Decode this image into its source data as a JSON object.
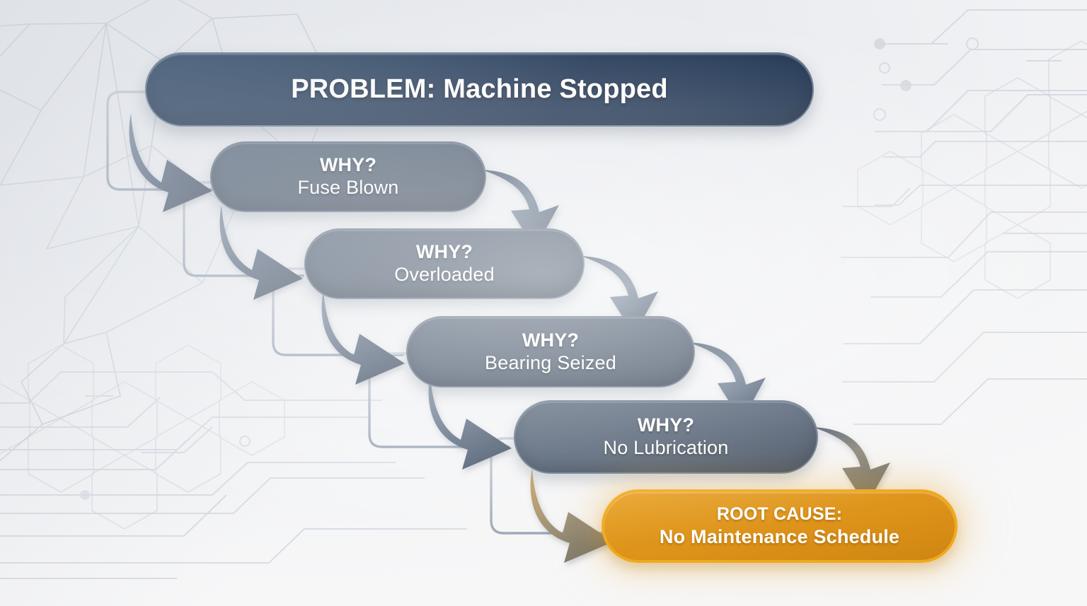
{
  "diagram": {
    "type": "5-whys-root-cause-analysis",
    "title_node": {
      "label_bold": "PROBLEM:",
      "label_rest": " Machine Stopped",
      "full_text": "PROBLEM: Machine Stopped",
      "color": "#1e3656"
    },
    "why_steps": [
      {
        "prompt": "WHY?",
        "answer": "Fuse Blown",
        "color": "#4b5a6e"
      },
      {
        "prompt": "WHY?",
        "answer": "Overloaded",
        "color": "#4b5a6e"
      },
      {
        "prompt": "WHY?",
        "answer": "Bearing Seized",
        "color": "#4b5a6e"
      },
      {
        "prompt": "WHY?",
        "answer": "No Lubrication",
        "color": "#4b5a6e"
      }
    ],
    "root_node": {
      "label": "ROOT CAUSE:",
      "answer": "No Maintenance Schedule",
      "color": "#dd9219",
      "border_color": "#f0a91e"
    },
    "connector_arrow_color": "#4b5a6e",
    "final_arrow_color": "#b99a5e",
    "bracket_line_color": "#aab4c0",
    "background": {
      "base_color": "#eef0f3",
      "motifs": [
        "polygon-mesh",
        "circuit-traces",
        "hexagon-honeycomb"
      ]
    }
  }
}
